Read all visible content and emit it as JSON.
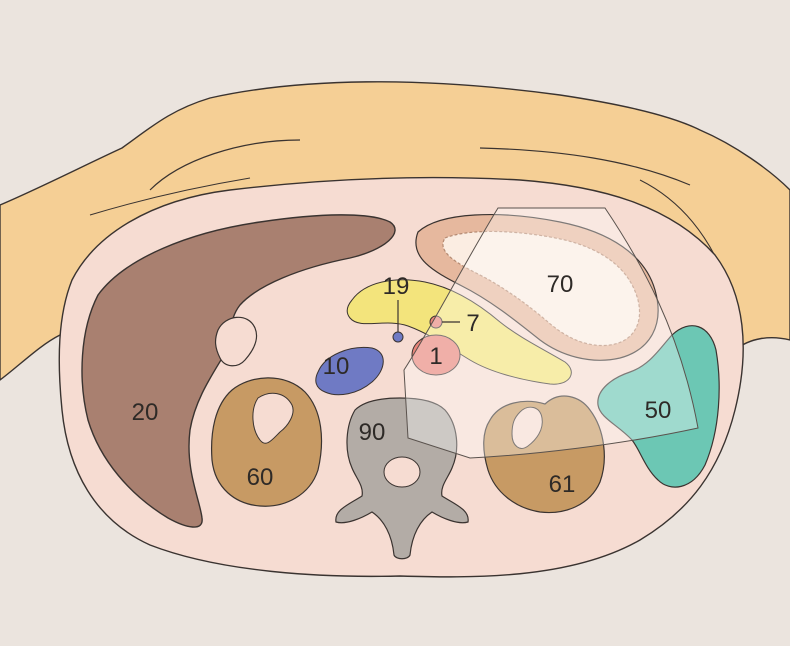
{
  "labels": {
    "aorta": "1",
    "sma": "7",
    "ivc": "10",
    "left_renal_vein": "19",
    "liver": "20",
    "spleen": "50",
    "right_kidney": "60",
    "left_kidney": "61",
    "stomach": "70",
    "vertebra": "90"
  },
  "colors": {
    "background": "#ebe4de",
    "skin": "#f5cf95",
    "body_cavity": "#f6dcd2",
    "liver": "#a98070",
    "kidney": "#c79a64",
    "vertebra": "#b3aca6",
    "ivc": "#6f7ac4",
    "aorta": "#e9857a",
    "vein": "#f3e47c",
    "stomach_wall": "#e6b89e",
    "stomach_lumen": "#fbede2",
    "spleen": "#6cc7b4",
    "outline": "#3a3330"
  },
  "icons": [
    "ultrasound-sector-overlay"
  ]
}
